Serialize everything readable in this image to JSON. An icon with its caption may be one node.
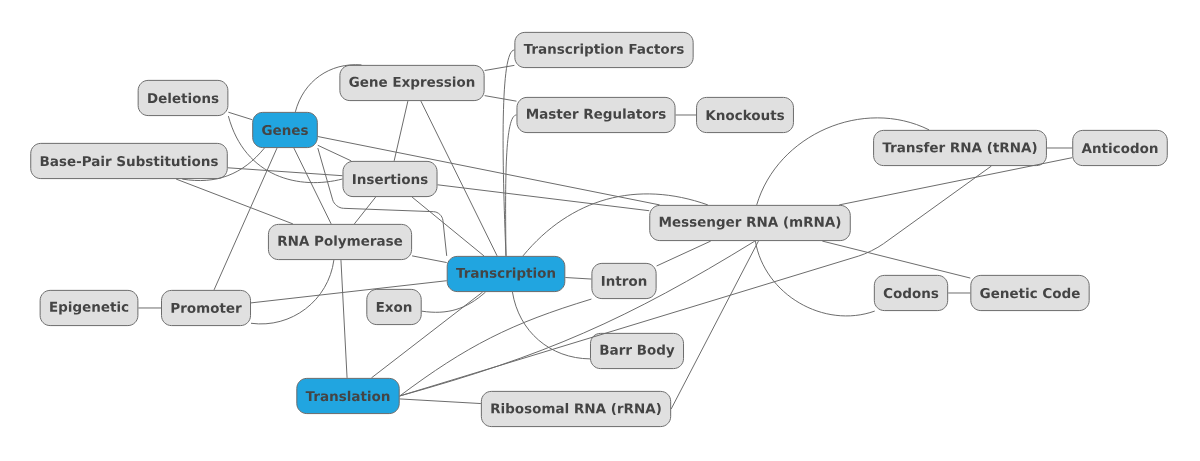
{
  "diagram": {
    "nodes": [
      {
        "text": [
          "Genes"
        ]
      },
      {
        "text": [
          "Gene Expression"
        ]
      },
      {
        "text": [
          "Transcription Factors"
        ]
      },
      {
        "text": [
          "Master Regulators"
        ]
      },
      {
        "text": [
          "Knockouts"
        ]
      },
      {
        "text": [
          "Deletions"
        ]
      },
      {
        "text": [
          "Base-Pair Substitutions"
        ]
      },
      {
        "text": [
          "Insertions"
        ]
      },
      {
        "text": [
          "Transfer RNA (tRNA)"
        ]
      },
      {
        "text": [
          "Anticodon"
        ]
      },
      {
        "text": [
          "Messenger RNA (mRNA)"
        ]
      },
      {
        "text": [
          "RNA Polymerase"
        ]
      },
      {
        "text": [
          "Transcription"
        ]
      },
      {
        "text": [
          "Intron"
        ]
      },
      {
        "text": [
          "Epigenetic"
        ]
      },
      {
        "text": [
          "Promoter"
        ]
      },
      {
        "text": [
          "Exon"
        ]
      },
      {
        "text": [
          "Codons"
        ]
      },
      {
        "text": [
          "Genetic Code"
        ]
      },
      {
        "text": [
          "Barr Body"
        ]
      },
      {
        "text": [
          "Translation"
        ]
      },
      {
        "text": [
          "Ribosomal RNA (rRNA)"
        ]
      }
    ],
    "edges": [
      {
        "from": 5,
        "to": 0,
        "arrow": "none"
      },
      {
        "from": 5,
        "to": 7,
        "arrow": "none"
      },
      {
        "from": 6,
        "to": 0,
        "arrow": "none"
      },
      {
        "from": 6,
        "to": 7,
        "arrow": "none"
      },
      {
        "from": 6,
        "to": 11,
        "arrow": "none"
      },
      {
        "from": 0,
        "to": 1,
        "arrow": "none"
      },
      {
        "from": 0,
        "to": 10,
        "arrow": "none"
      },
      {
        "from": 0,
        "to": 7,
        "arrow": "none"
      },
      {
        "from": 0,
        "to": 12,
        "arrow": "none"
      },
      {
        "from": 0,
        "to": 15,
        "arrow": "none"
      },
      {
        "from": 0,
        "to": 11,
        "arrow": "none"
      },
      {
        "from": 1,
        "to": 2,
        "arrow": "none"
      },
      {
        "from": 1,
        "to": 3,
        "arrow": "none"
      },
      {
        "from": 1,
        "to": 12,
        "arrow": "none"
      },
      {
        "from": 1,
        "to": 7,
        "arrow": "none"
      },
      {
        "from": 2,
        "to": 12,
        "arrow": "none"
      },
      {
        "from": 3,
        "to": 12,
        "arrow": "none"
      },
      {
        "from": 3,
        "to": 4,
        "arrow": "none"
      },
      {
        "from": 7,
        "to": 10,
        "arrow": "none"
      },
      {
        "from": 7,
        "to": 12,
        "arrow": "none"
      },
      {
        "from": 7,
        "to": 11,
        "arrow": "none"
      },
      {
        "from": 11,
        "to": 12,
        "arrow": "none"
      },
      {
        "from": 11,
        "to": 20,
        "arrow": "none"
      },
      {
        "from": 11,
        "to": 15,
        "arrow": "none"
      },
      {
        "from": 14,
        "to": 15,
        "arrow": "none"
      },
      {
        "from": 15,
        "to": 12,
        "arrow": "none"
      },
      {
        "from": 16,
        "to": 12,
        "arrow": "none"
      },
      {
        "from": 12,
        "to": 10,
        "arrow": "none"
      },
      {
        "from": 12,
        "to": 13,
        "arrow": "none"
      },
      {
        "from": 12,
        "to": 19,
        "arrow": "none"
      },
      {
        "from": 12,
        "to": 20,
        "arrow": "none"
      },
      {
        "from": 20,
        "to": 10,
        "arrow": "none"
      },
      {
        "from": 20,
        "to": 13,
        "arrow": "none"
      },
      {
        "from": 20,
        "to": 8,
        "arrow": "none"
      },
      {
        "from": 20,
        "to": 21,
        "arrow": "none"
      },
      {
        "from": 13,
        "to": 10,
        "arrow": "none"
      },
      {
        "from": 10,
        "to": 8,
        "arrow": "none"
      },
      {
        "from": 10,
        "to": 9,
        "arrow": "none"
      },
      {
        "from": 10,
        "to": 18,
        "arrow": "none"
      },
      {
        "from": 10,
        "to": 17,
        "arrow": "none"
      },
      {
        "from": 21,
        "to": 10,
        "arrow": "none"
      },
      {
        "from": 8,
        "to": 9,
        "arrow": "none"
      },
      {
        "from": 17,
        "to": 18,
        "arrow": "none"
      }
    ]
  }
}
